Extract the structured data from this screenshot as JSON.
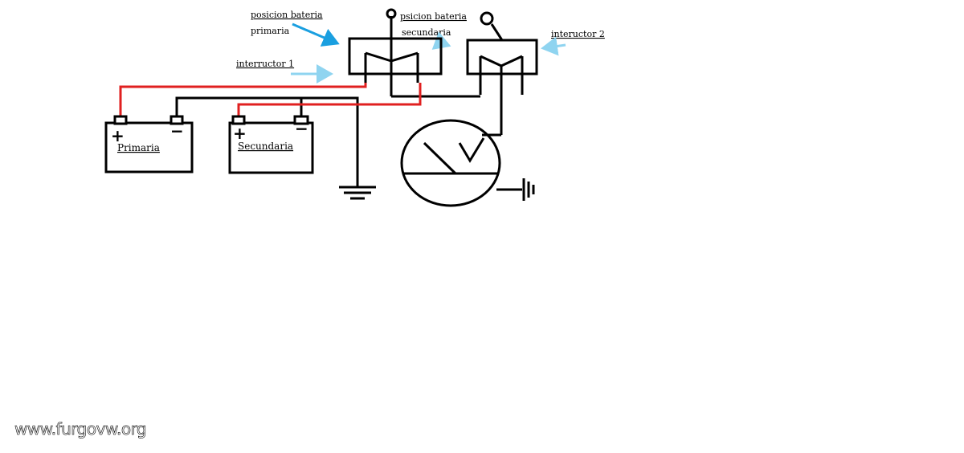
{
  "labels": {
    "primary_position_line1": "posicion bateria",
    "primary_position_line2": "primaria",
    "secondary_position_line1": "psicion bateria",
    "secondary_position_line2": "secundaria",
    "switch1": "interructor 1",
    "switch2": "inteructor 2"
  },
  "batteries": {
    "primary": {
      "name": "Primaria",
      "plus": "+",
      "minus": "−"
    },
    "secondary": {
      "name": "Secundaria",
      "plus": "+",
      "minus": "−"
    }
  },
  "watermark": "www.furgovw.org",
  "colors": {
    "wire_black": "#000000",
    "wire_red": "#e02020",
    "arrow_dark_blue": "#1a9fe0",
    "arrow_light_blue": "#8fd4f0"
  }
}
